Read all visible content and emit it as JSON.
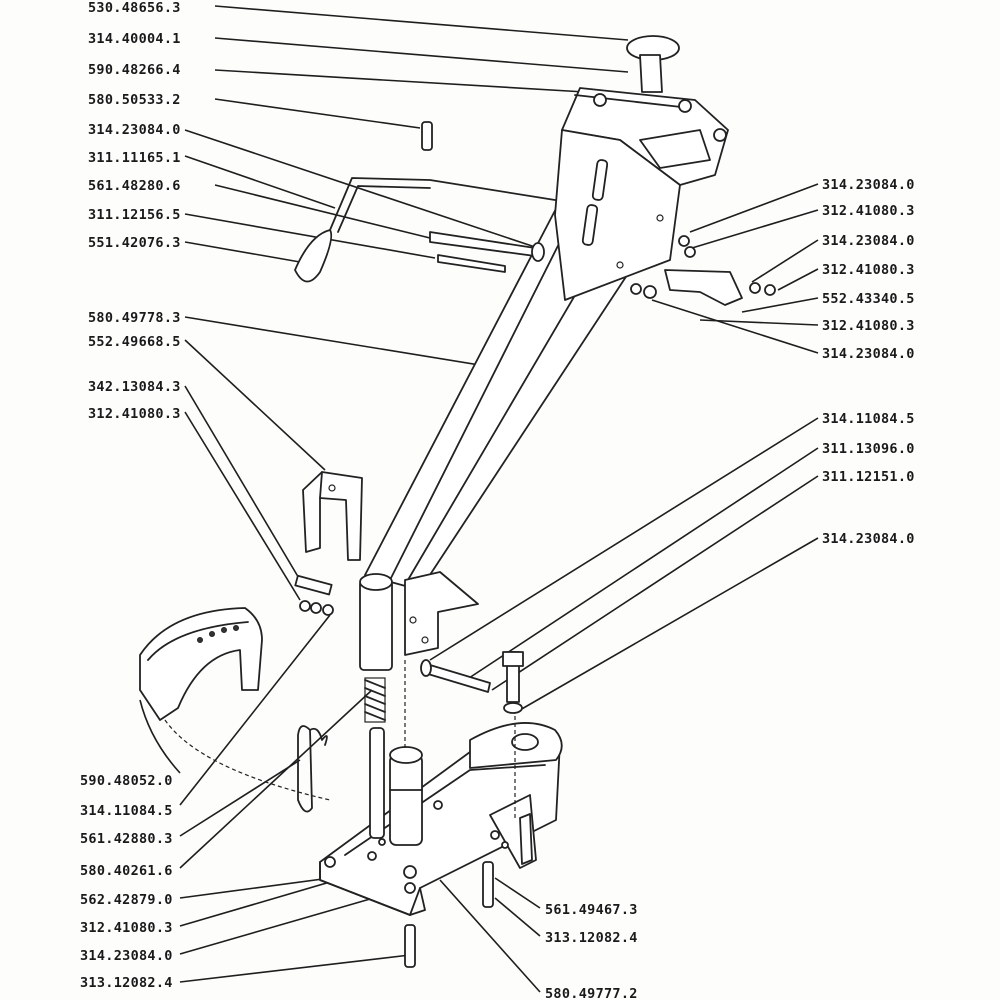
{
  "part_labels": {
    "l01": "530.48656.3",
    "l02": "314.40004.1",
    "l03": "590.48266.4",
    "l04": "580.50533.2",
    "l05": "314.23084.0",
    "l06": "311.11165.1",
    "l07": "561.48280.6",
    "l08": "311.12156.5",
    "l09": "551.42076.3",
    "l10": "580.49778.3",
    "l11": "552.49668.5",
    "l12": "342.13084.3",
    "l13": "312.41080.3",
    "l14": "314.23084.0",
    "l15": "312.41080.3",
    "l16": "314.23084.0",
    "l17": "312.41080.3",
    "l18": "552.43340.5",
    "l19": "312.41080.3",
    "l20": "314.23084.0",
    "l21": "314.11084.5",
    "l22": "311.13096.0",
    "l23": "311.12151.0",
    "l24": "314.23084.0",
    "l25": "590.48052.0",
    "l26": "314.11084.5",
    "l27": "561.42880.3",
    "l28": "580.40261.6",
    "l29": "562.42879.0",
    "l30": "312.41080.3",
    "l31": "314.23084.0",
    "l32": "313.12082.4",
    "l33": "561.49467.3",
    "l34": "313.12082.4",
    "l35": "580.49777.2"
  }
}
